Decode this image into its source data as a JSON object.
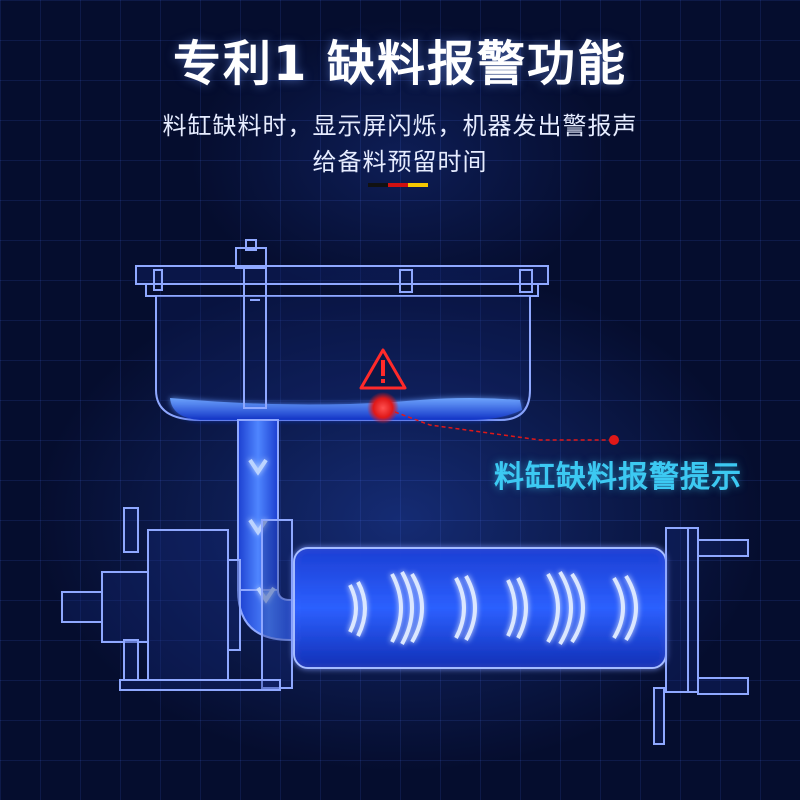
{
  "title": "专利1 缺料报警功能",
  "subtitle_line1": "料缸缺料时，显示屏闪烁，机器发出警报声",
  "subtitle_line2": "给备料预留时间",
  "callout_label": "料缸缺料报警提示",
  "icons": [
    "warning-triangle-icon",
    "alarm-dot-icon",
    "down-arrow-icon"
  ],
  "colors": {
    "background": "#050d2e",
    "outline": "#8fa8ff",
    "glow": "#2f7dff",
    "callout": "#3cc9f2",
    "alarm": "#e01818",
    "flag": [
      "#111111",
      "#d01010",
      "#f5c800"
    ]
  }
}
